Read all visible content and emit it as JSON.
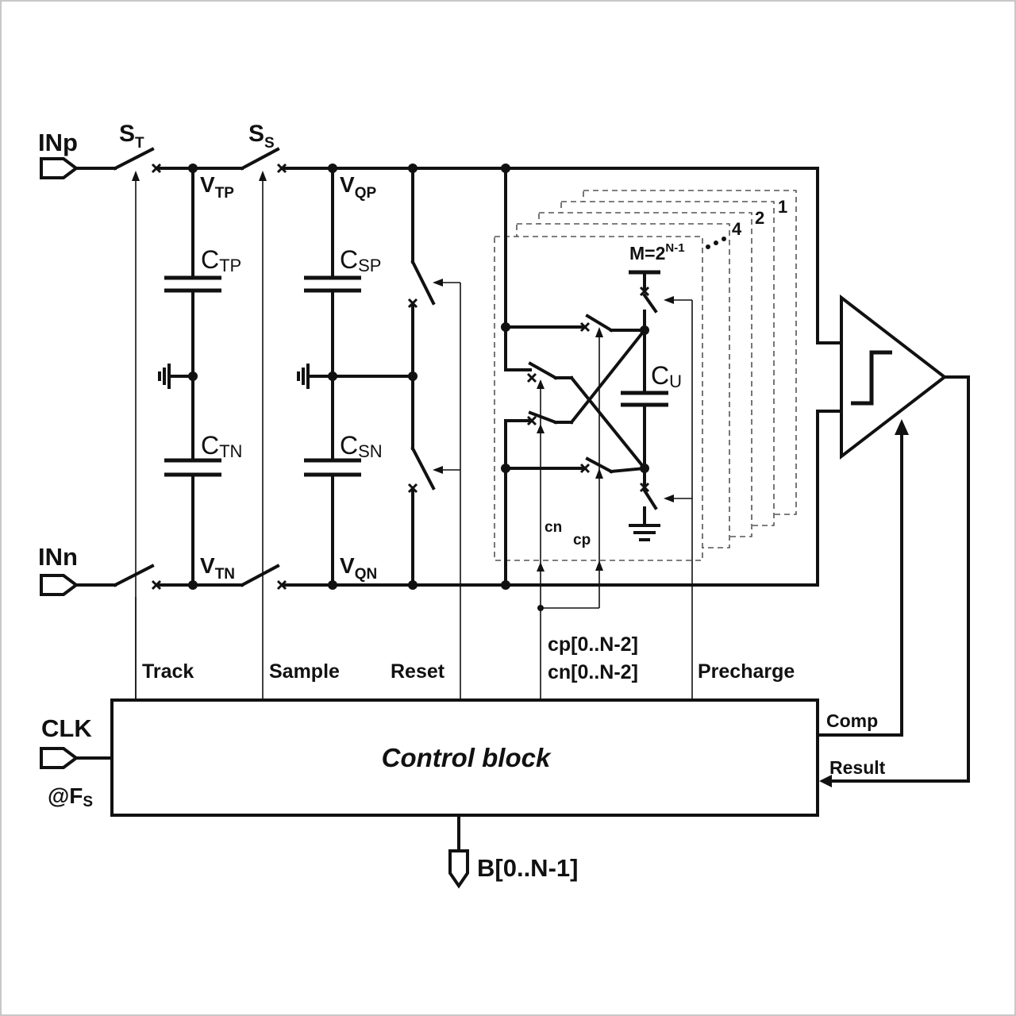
{
  "ports": {
    "inp": "INp",
    "inn": "INn",
    "clk": "CLK",
    "fs_prefix": "@F",
    "fs_sub": "S",
    "bus_out": "B[0..N-1]"
  },
  "switches": {
    "st_main": "S",
    "st_sub": "T",
    "ss_main": "S",
    "ss_sub": "S"
  },
  "nodes": {
    "vtp_main": "V",
    "vtp_sub": "TP",
    "vqp_main": "V",
    "vqp_sub": "QP",
    "vtn_main": "V",
    "vtn_sub": "TN",
    "vqn_main": "V",
    "vqn_sub": "QN"
  },
  "capacitors": {
    "ctp_main": "C",
    "ctp_sub": "TP",
    "csp_main": "C",
    "csp_sub": "SP",
    "ctn_main": "C",
    "ctn_sub": "TN",
    "csn_main": "C",
    "csn_sub": "SN",
    "cu_main": "C",
    "cu_sub": "U"
  },
  "array": {
    "m_label": "M=2",
    "m_exp": "N-1",
    "stack_labels": [
      "1",
      "2",
      "4"
    ],
    "cn": "cn",
    "cp": "cp"
  },
  "signals": {
    "track": "Track",
    "sample": "Sample",
    "reset": "Reset",
    "cp_bus": "cp[0..N-2]",
    "cn_bus": "cn[0..N-2]",
    "precharge": "Precharge",
    "comp": "Comp",
    "result": "Result"
  },
  "control_block": "Control block"
}
